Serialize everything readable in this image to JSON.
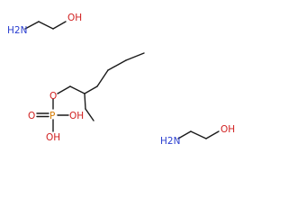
{
  "molecules": {
    "ethanolamine_top": {
      "amine_label": "H2N",
      "hydroxyl_label": "OH"
    },
    "phosphate_ester": {
      "ester_oxygen_label": "O",
      "double_bond_oxygen_label": "O",
      "phosphorus_label": "P",
      "hydroxyl_right_label": "OH",
      "hydroxyl_bottom_label": "OH"
    },
    "ethanolamine_bottom": {
      "amine_label": "H2N",
      "hydroxyl_label": "OH"
    }
  },
  "colors": {
    "bond": "#1a1a1a",
    "nitrogen": "#2b3fd0",
    "oxygen": "#d01f1f",
    "phosphorus": "#d47a00"
  }
}
